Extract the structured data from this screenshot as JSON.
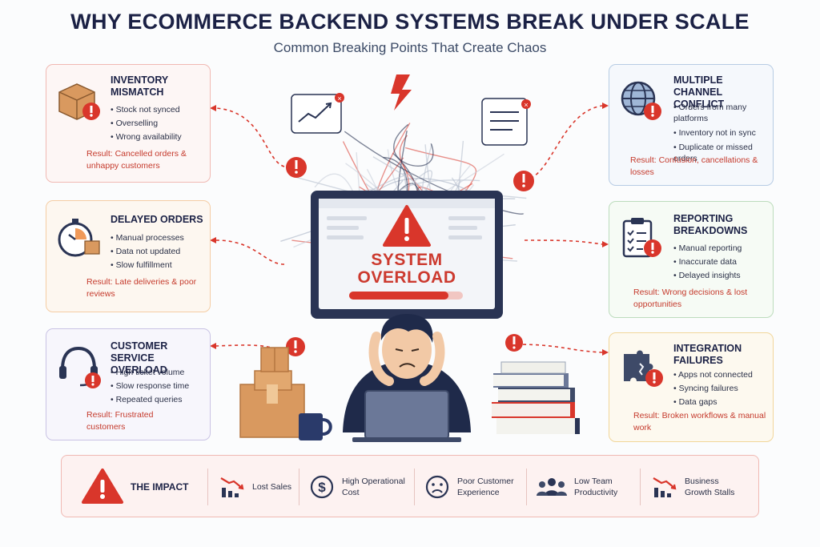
{
  "header": {
    "title": "WHY ECOMMERCE BACKEND SYSTEMS BREAK UNDER SCALE",
    "subtitle": "Common Breaking Points That Create Chaos"
  },
  "cards": {
    "inventory": {
      "title": "INVENTORY MISMATCH",
      "items": [
        "Stock not synced",
        "Overselling",
        "Wrong availability"
      ],
      "result": "Result: Cancelled orders & unhappy customers"
    },
    "delayed": {
      "title": "DELAYED ORDERS",
      "items": [
        "Manual processes",
        "Data not updated",
        "Slow fulfillment"
      ],
      "result": "Result: Late deliveries & poor reviews"
    },
    "service": {
      "title": "CUSTOMER SERVICE OVERLOAD",
      "items": [
        "High ticket volume",
        "Slow response time",
        "Repeated queries"
      ],
      "result": "Result: Frustrated customers"
    },
    "channel": {
      "title": "MULTIPLE CHANNEL CONFLICT",
      "items": [
        "Orders from many platforms",
        "Inventory not in sync",
        "Duplicate or missed orders"
      ],
      "result": "Result: Confusion, cancellations & losses"
    },
    "reporting": {
      "title": "REPORTING BREAKDOWNS",
      "items": [
        "Manual reporting",
        "Inaccurate data",
        "Delayed insights"
      ],
      "result": "Result: Wrong decisions & lost opportunities"
    },
    "integration": {
      "title": "INTEGRATION FAILURES",
      "items": [
        "Apps not connected",
        "Syncing failures",
        "Data gaps"
      ],
      "result": "Result: Broken workflows & manual work"
    }
  },
  "center": {
    "overlay_line1": "SYSTEM",
    "overlay_line2": "OVERLOAD"
  },
  "impact": {
    "title": "THE IMPACT",
    "items": [
      "Lost Sales",
      "High Operational Cost",
      "Poor Customer Experience",
      "Low Team Productivity",
      "Business Growth Stalls"
    ]
  },
  "colors": {
    "alert_red": "#d9362b",
    "navy": "#1b2145",
    "result_red": "#c53a2c"
  }
}
